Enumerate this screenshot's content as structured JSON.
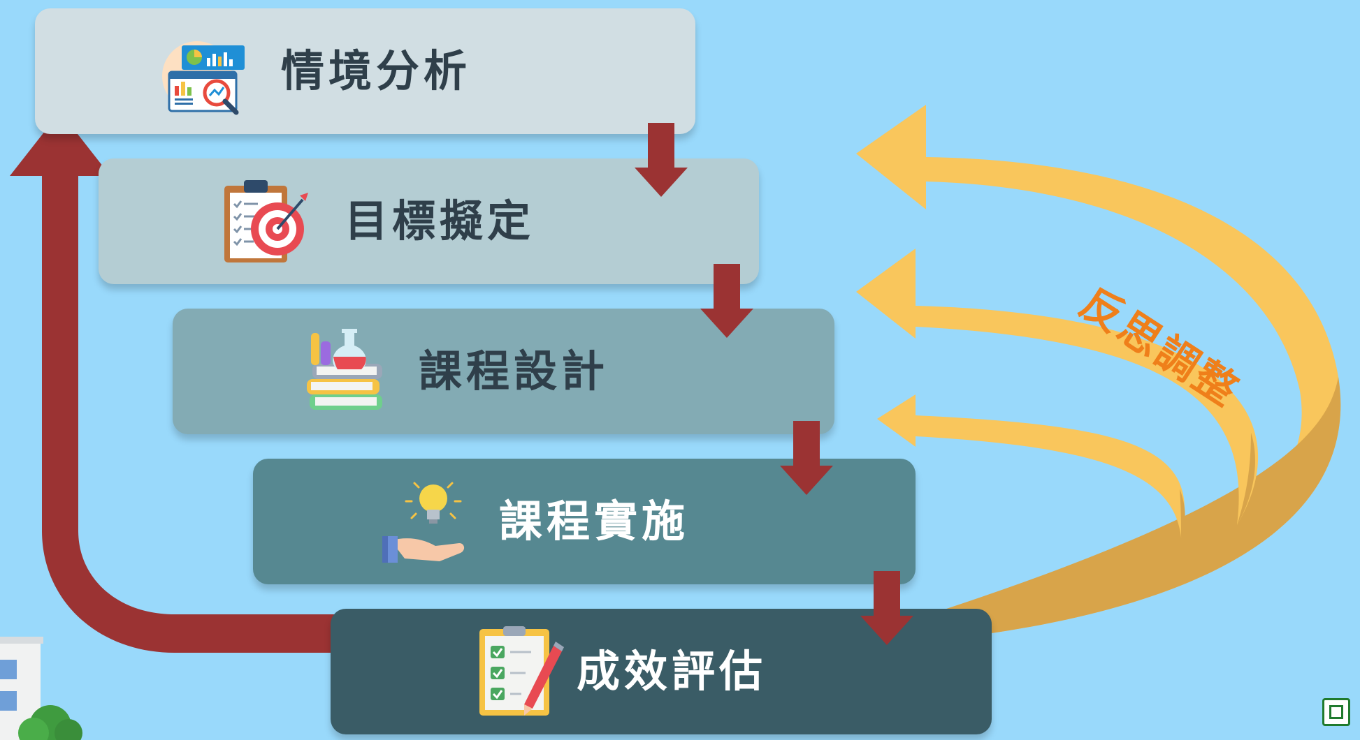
{
  "steps": [
    {
      "label": "情境分析",
      "icon": "data-analysis-icon"
    },
    {
      "label": "目標擬定",
      "icon": "target-clipboard-icon"
    },
    {
      "label": "課程設計",
      "icon": "books-flask-icon"
    },
    {
      "label": "課程實施",
      "icon": "hand-lightbulb-icon"
    },
    {
      "label": "成效評估",
      "icon": "checklist-pencil-icon"
    }
  ],
  "reflection_label": "反思調整",
  "colors": {
    "background": "#99d9fb",
    "step_fills": [
      "#d1dee3",
      "#b4cdd3",
      "#83abb4",
      "#568891",
      "#3a5c66"
    ],
    "flow_arrow": "#9b3333",
    "reflection_arrow": "#f9c65c",
    "reflection_text": "#ef7f1a"
  }
}
